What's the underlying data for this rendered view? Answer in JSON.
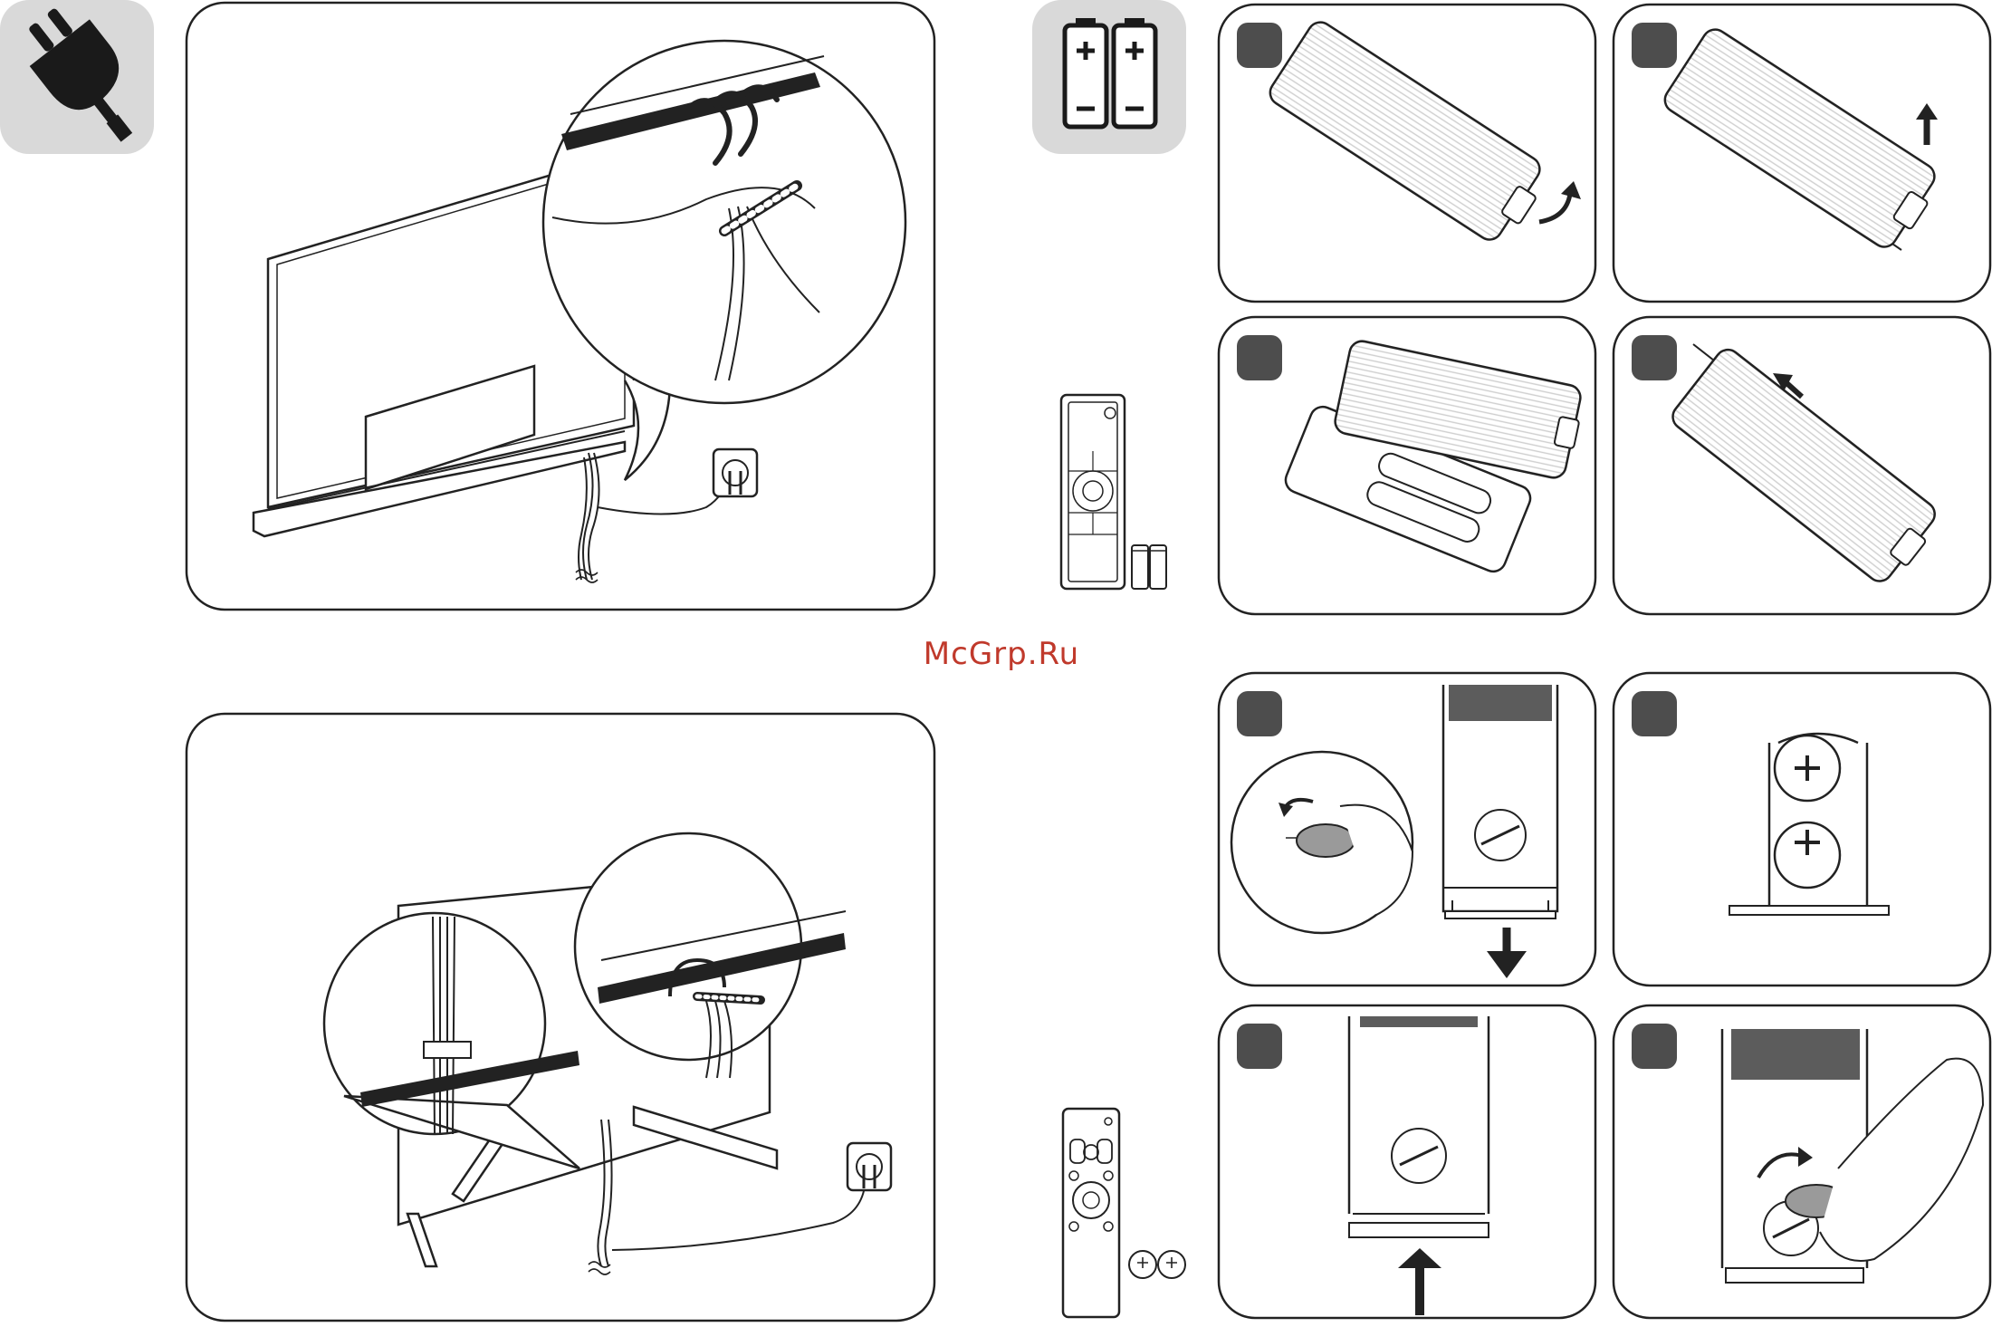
{
  "watermark": {
    "text": "McGrp.Ru",
    "color": "#c0392b"
  },
  "icons": {
    "power": {
      "name": "power-plug-icon",
      "background": "#d9d9d9"
    },
    "batteries": {
      "name": "battery-icon",
      "background": "#d9d9d9"
    }
  },
  "step_badge_color": "#4d4d4d",
  "panels": {
    "cable_top": {
      "name": "tv-cable-management-top-illustration"
    },
    "cable_bottom": {
      "name": "tv-cable-management-bottom-illustration"
    },
    "remote_aa": {
      "name": "remote-aa-battery-illustration"
    },
    "remote_coin": {
      "name": "remote-coin-battery-illustration"
    }
  }
}
